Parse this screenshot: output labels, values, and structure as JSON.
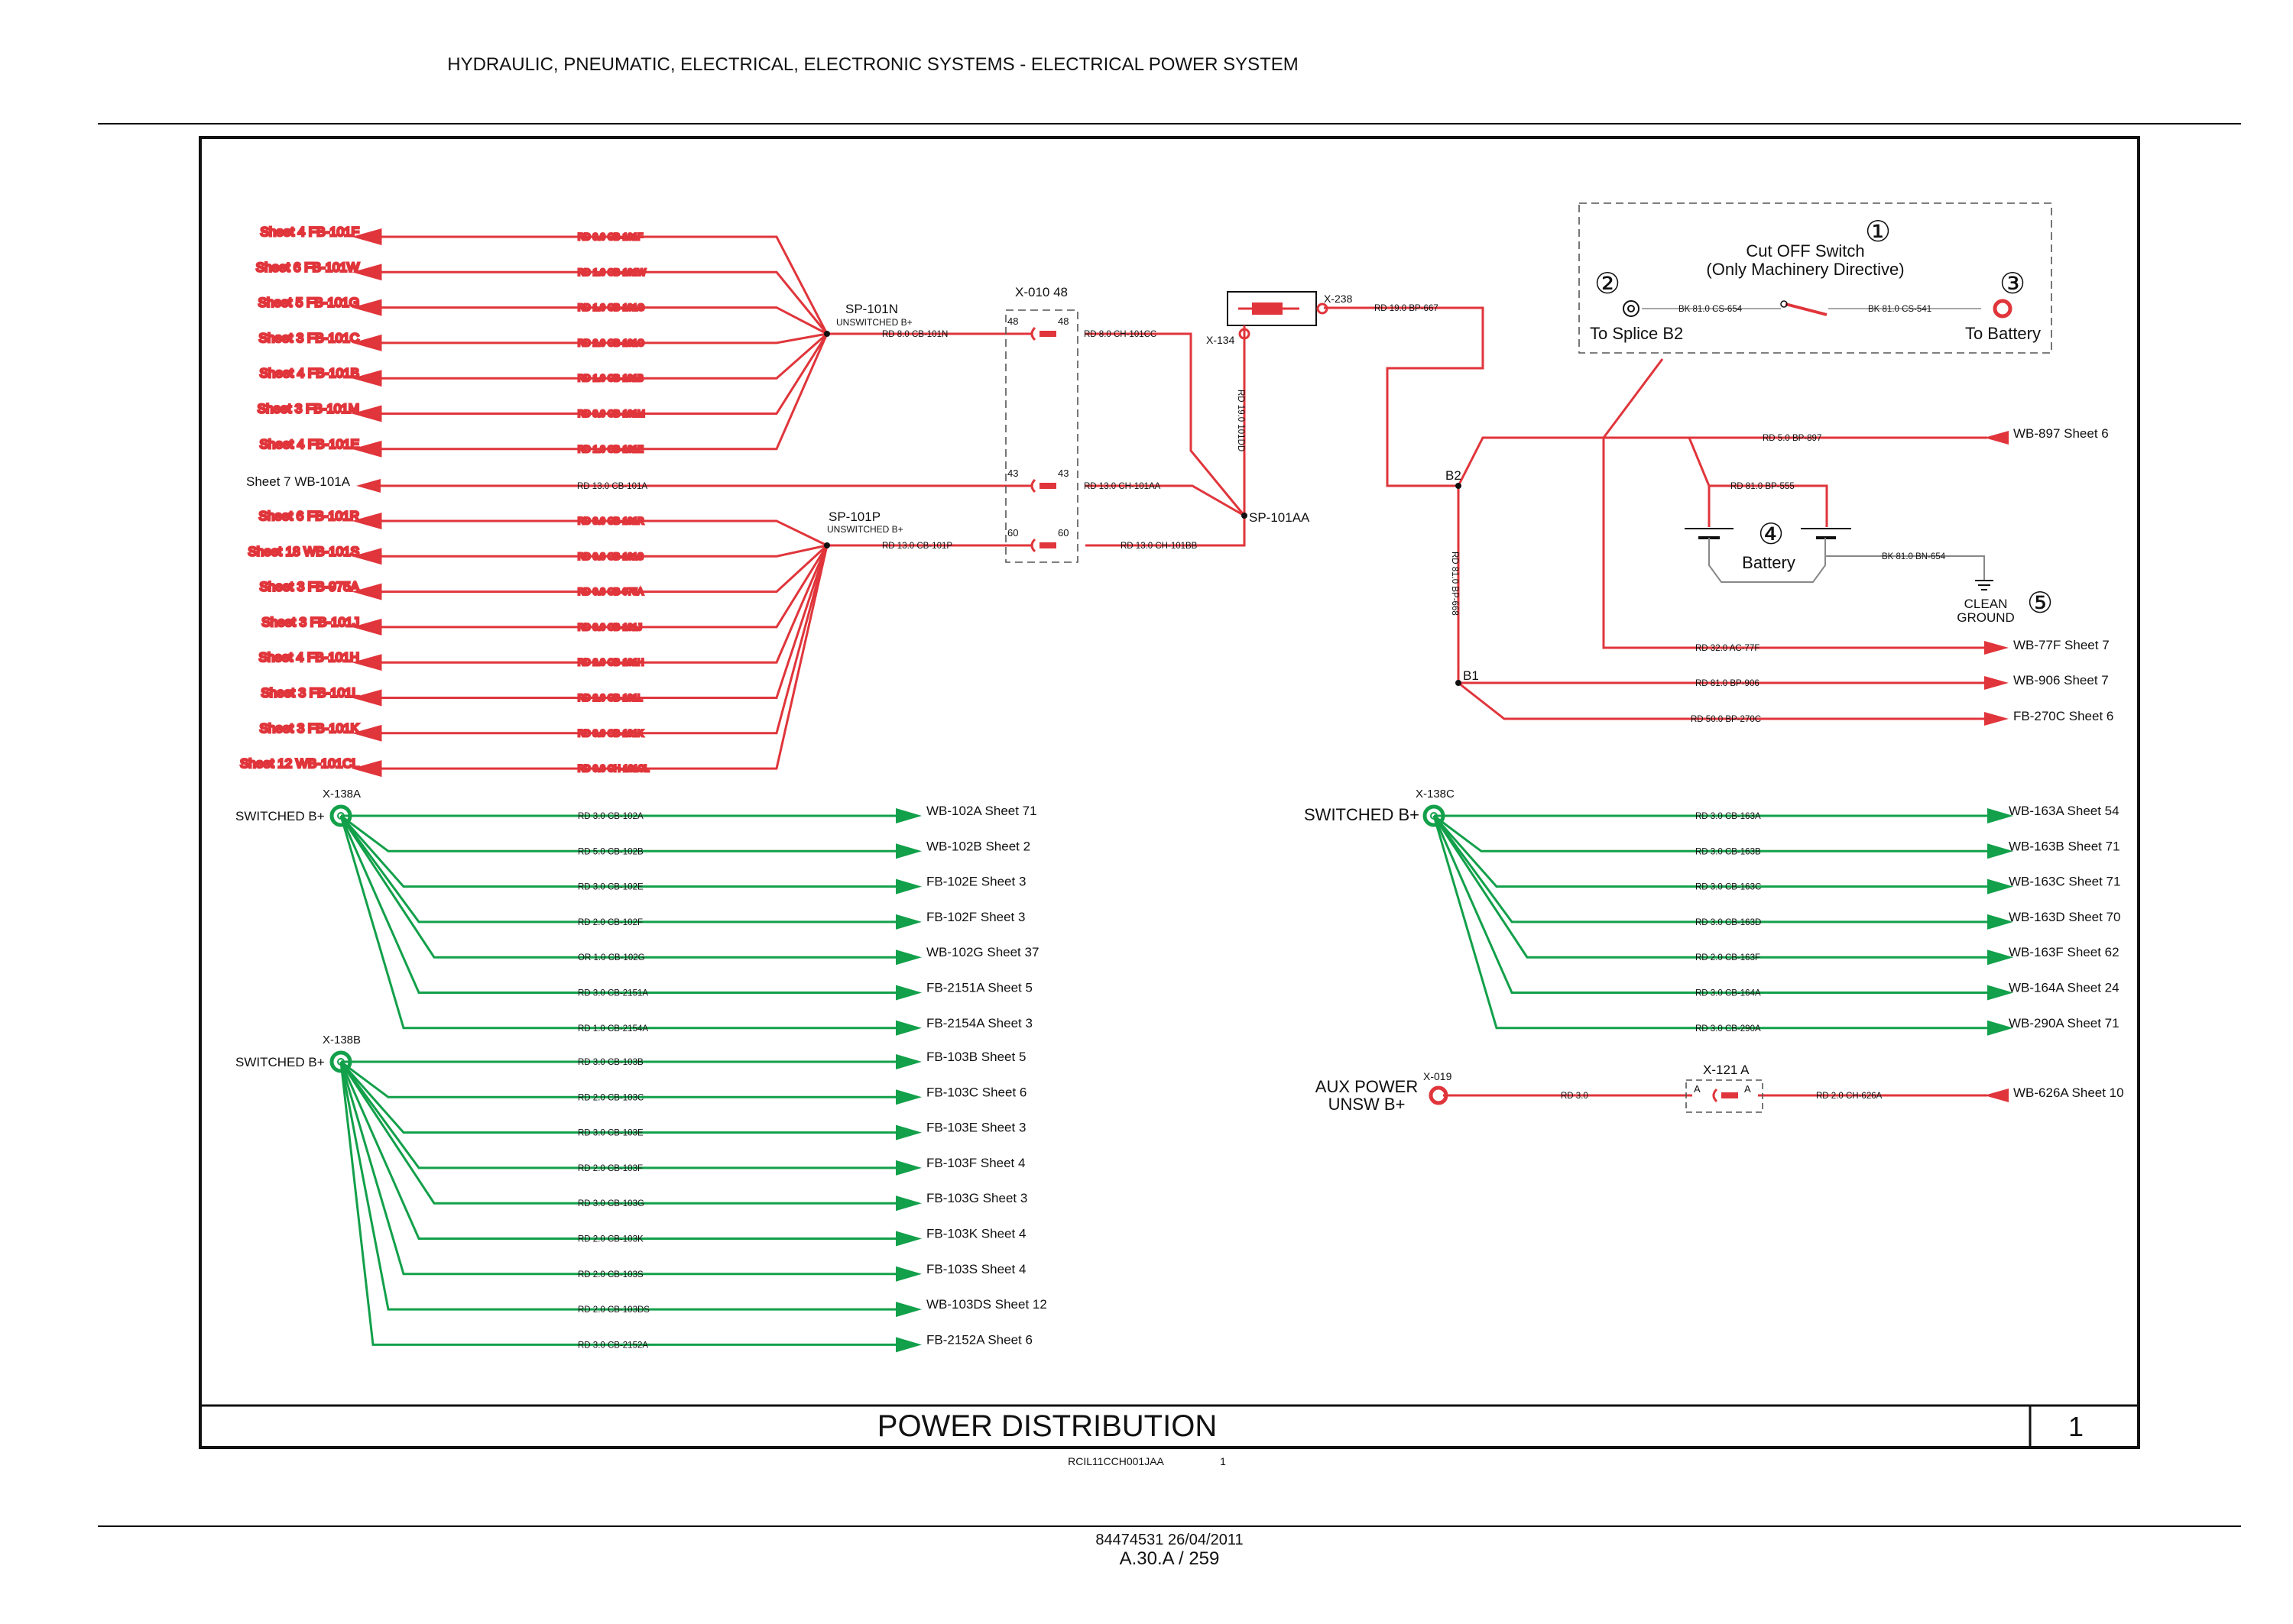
{
  "header": {
    "title": "HYDRAULIC, PNEUMATIC, ELECTRICAL, ELECTRONIC SYSTEMS - ELECTRICAL POWER SYSTEM"
  },
  "title_block": {
    "title": "POWER DISTRIBUTION",
    "sheet": "1",
    "drawing_code": "RCIL11CCH001JAA",
    "drawing_code_sheet": "1"
  },
  "footer": {
    "doc_line": "84474531 26/04/2011",
    "page_line": "A.30.A / 259"
  },
  "colors": {
    "unswitched": "#e0353b",
    "switched": "#12a04a",
    "ground": "#888888",
    "frame": "#111111"
  },
  "splices": {
    "sp101n": {
      "name": "SP-101N",
      "sub": "UNSWITCHED B+"
    },
    "sp101p": {
      "name": "SP-101P",
      "sub": "UNSWITCHED B+"
    },
    "sp101aa": {
      "name": "SP-101AA"
    },
    "b2": "B2",
    "b1": "B1"
  },
  "connectors": {
    "x010": "X-010 48",
    "x010_pins": [
      "48",
      "43",
      "60"
    ],
    "x238": "X-238",
    "x134": "X-134",
    "x138a": "X-138A",
    "x138b": "X-138B",
    "x138c": "X-138C",
    "x019": "X-019",
    "x121": "X-121 A",
    "x121_pin": "A"
  },
  "group_101n": [
    {
      "ref": "Sheet 4  FB-101F",
      "wire": "RD 3.0 CB-101F"
    },
    {
      "ref": "Sheet 6 FB-101W",
      "wire": "RD 1.0 CB-101W"
    },
    {
      "ref": "Sheet 5  FB-101G",
      "wire": "RD 1.0 CB-101G"
    },
    {
      "ref": "Sheet 3  FB-101C",
      "wire": "RD 2.0 CB-101C"
    },
    {
      "ref": "Sheet 4  FB-101B",
      "wire": "RD 1.0 CB-101B"
    },
    {
      "ref": "Sheet 3  FB-101M",
      "wire": "RD 3.0 CB-101M"
    },
    {
      "ref": "Sheet 4  FB-101E",
      "wire": "RD 1.0 CB-101E"
    }
  ],
  "wb101a": {
    "ref": "Sheet 7  WB-101A",
    "wire": "RD 13.0 CB-101A",
    "wire2": "RD 13.0 CH-101AA"
  },
  "group_101p": [
    {
      "ref": "Sheet 6  FB-101R",
      "wire": "RD 3.0 CB-101R"
    },
    {
      "ref": "Sheet 18 WB-101S",
      "wire": "RD 0.8 CB-101S"
    },
    {
      "ref": "Sheet 3  FB-975A",
      "wire": "RD 0.8 CB-975A"
    },
    {
      "ref": "Sheet 3  FB-101J",
      "wire": "RD 3.0 CB-101J"
    },
    {
      "ref": "Sheet 4  FB-101H",
      "wire": "RD 2.0 CB-101H"
    },
    {
      "ref": "Sheet 3  FB-101L",
      "wire": "RD 2.0 CB-101L"
    },
    {
      "ref": "Sheet 3  FB-101K",
      "wire": "RD 3.0 CB-101K"
    },
    {
      "ref": "Sheet 12  WB-101CL",
      "wire": "RD 0.8 CH-101CL"
    }
  ],
  "trunk_wires": {
    "sp101n_out": "RD 8.0 CB-101N",
    "sp101n_to_aa": "RD 8.0 CH-101CC",
    "sp101p_out": "RD 13.0 CB-101P",
    "sp101p_to_aa": "RD 13.0 CH-101BB",
    "x134_wire": "RD 19.0 101DD",
    "x238_wire": "RD 19.0 BP-667",
    "b2_b1": "RD 81.0 BP-668",
    "b2_battery": "RD 81.0 BP-555",
    "wb897_wire": "RD 5.0 BP-897",
    "wb77f_wire": "RD 32.0 AC-77F",
    "wb906_wire": "RD 81.0 BP-906",
    "fb270c_wire": "RD 50.0 BP-270C",
    "ground_wire": "BK 81.0 BN-654"
  },
  "right_refs": {
    "wb897": "WB-897  Sheet 6",
    "wb77f": "WB-77F  Sheet 7",
    "wb906": "WB-906  Sheet 7",
    "fb270c": "FB-270C Sheet 6"
  },
  "cutoff": {
    "title": "Cut OFF Switch",
    "subtitle": "(Only Machinery Directive)",
    "left_wire": "BK 81.0 CS-654",
    "right_wire": "BK 81.0 CS-541",
    "left_label": "To Splice B2",
    "right_label": "To Battery",
    "callouts": [
      "①",
      "②",
      "③"
    ]
  },
  "battery": {
    "label": "Battery",
    "callout": "④"
  },
  "ground": {
    "label1": "CLEAN",
    "label2": "GROUND",
    "callout": "⑤"
  },
  "switched_label": "SWITCHED B+",
  "group_138a": [
    {
      "wire": "RD 3.0 CB-102A",
      "ref": "WB-102A Sheet 71"
    },
    {
      "wire": "RD 5.0 CB-102B",
      "ref": "WB-102B  Sheet 2"
    },
    {
      "wire": "RD 3.0 CB-102E",
      "ref": "FB-102E   Sheet 3"
    },
    {
      "wire": "RD 2.0 CB-102F",
      "ref": "FB-102F   Sheet 3"
    },
    {
      "wire": "OR 1.0 CB-102G",
      "ref": "WB-102G Sheet 37"
    },
    {
      "wire": "RD 3.0 CB-2151A",
      "ref": "FB-2151A  Sheet 5"
    },
    {
      "wire": "RD 1.0 CB-2154A",
      "ref": "FB-2154A  Sheet 3"
    }
  ],
  "group_138b": [
    {
      "wire": "RD 3.0 CB-103B",
      "ref": "FB-103B   Sheet 5"
    },
    {
      "wire": "RD 2.0 CB-103C",
      "ref": "FB-103C   Sheet 6"
    },
    {
      "wire": "RD 3.0 CB-103E",
      "ref": "FB-103E   Sheet 3"
    },
    {
      "wire": "RD 2.0 CB-103F",
      "ref": "FB-103F   Sheet 4"
    },
    {
      "wire": "RD 3.0 CB-103G",
      "ref": "FB-103G   Sheet 3"
    },
    {
      "wire": "RD 2.0 CB-103K",
      "ref": "FB-103K   Sheet 4"
    },
    {
      "wire": "RD 2.0 CB-103S",
      "ref": "FB-103S   Sheet 4"
    },
    {
      "wire": "RD 2.0 CB-103DS",
      "ref": "WB-103DS  Sheet 12"
    },
    {
      "wire": "RD 3.0 CB-2152A",
      "ref": "FB-2152A  Sheet 6"
    }
  ],
  "group_138c": [
    {
      "wire": "RD 3.0 CB-163A",
      "ref": "WB-163A  Sheet 54"
    },
    {
      "wire": "RD 3.0 CB-163B",
      "ref": "WB-163B  Sheet 71"
    },
    {
      "wire": "RD 3.0 CB-163C",
      "ref": "WB-163C  Sheet 71"
    },
    {
      "wire": "RD 3.0 CB-163D",
      "ref": "WB-163D  Sheet 70"
    },
    {
      "wire": "RD 2.0 CB-163F",
      "ref": "WB-163F  Sheet 62"
    },
    {
      "wire": "RD 3.0 CB-164A",
      "ref": "WB-164A  Sheet 24"
    },
    {
      "wire": "RD 3.0 CB-290A",
      "ref": "WB-290A  Sheet 71"
    }
  ],
  "aux": {
    "label1": "AUX POWER",
    "label2": "UNSW B+",
    "wire_left": "RD 3.0",
    "wire_right": "RD 2.0 CH-626A",
    "ref": "WB-626A  Sheet 10"
  }
}
